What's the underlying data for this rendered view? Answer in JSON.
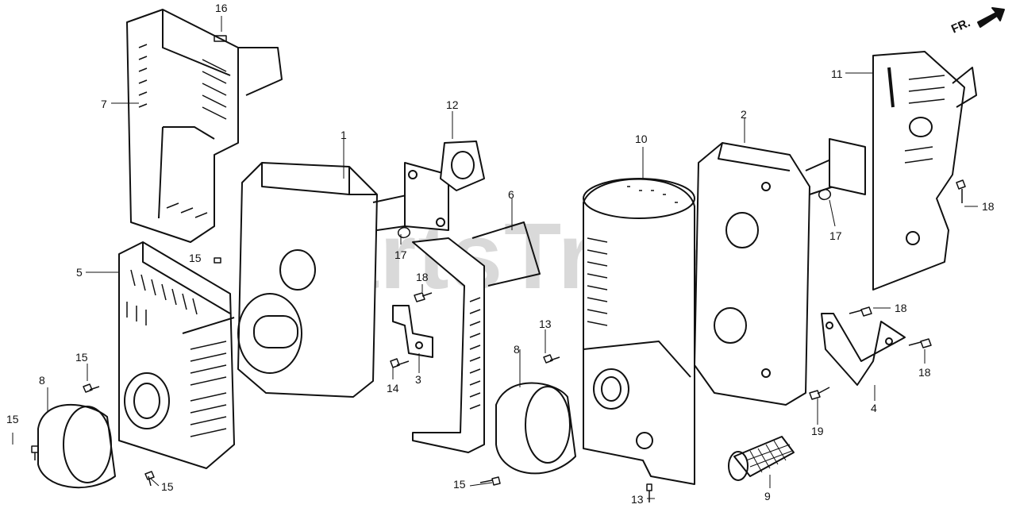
{
  "watermark": "PartsTree",
  "direction_label": "FR.",
  "callouts": {
    "c16": "16",
    "c7": "7",
    "c1": "1",
    "c12": "12",
    "c10": "10",
    "c2": "2",
    "c11": "11",
    "c5": "5",
    "c15a": "15",
    "c17a": "17",
    "c6": "6",
    "c18a": "18",
    "c17b": "17",
    "c18b": "18",
    "c18c": "18",
    "c18d": "18",
    "c13a": "13",
    "c14": "14",
    "c3": "3",
    "c15b": "15",
    "c8a": "8",
    "c8b": "8",
    "c4": "4",
    "c19": "19",
    "c15c": "15",
    "c15d": "15",
    "c15e": "15",
    "c13b": "13",
    "c9": "9"
  }
}
